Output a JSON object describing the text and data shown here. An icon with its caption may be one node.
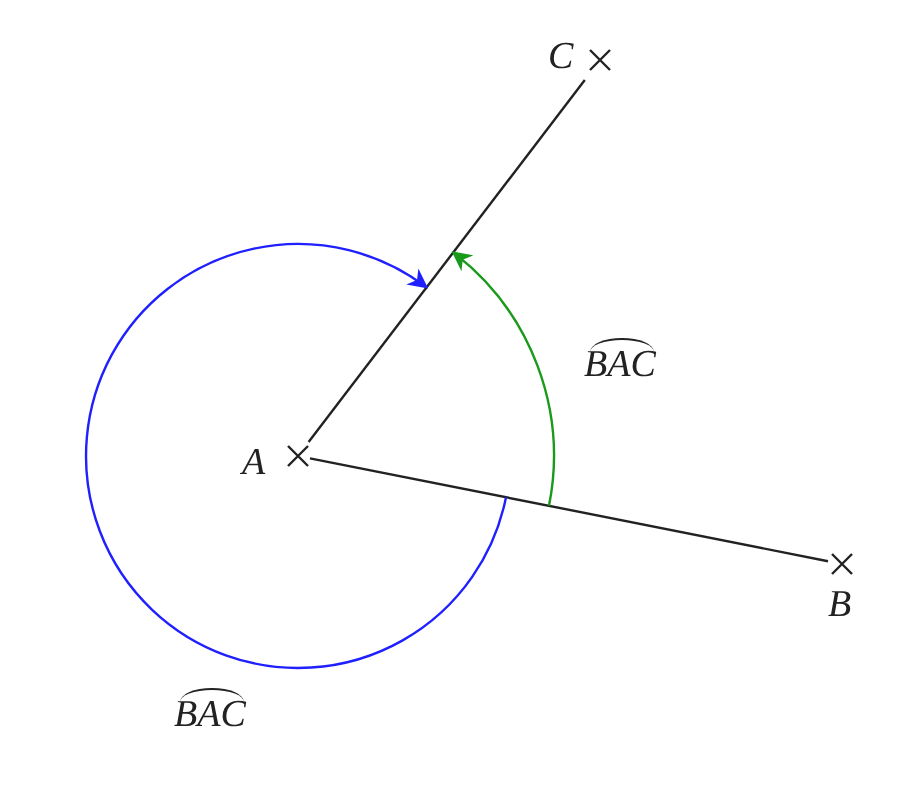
{
  "diagram": {
    "nodes": [
      {
        "text": [
          "C"
        ]
      },
      {
        "text": [
          "A"
        ]
      },
      {
        "text": [
          "B"
        ]
      }
    ],
    "edges": [
      {
        "from": 1,
        "to": 0,
        "arrow": "none"
      },
      {
        "from": 1,
        "to": 2,
        "arrow": "none"
      }
    ],
    "labels": [
      "BAC",
      "BAC"
    ]
  }
}
